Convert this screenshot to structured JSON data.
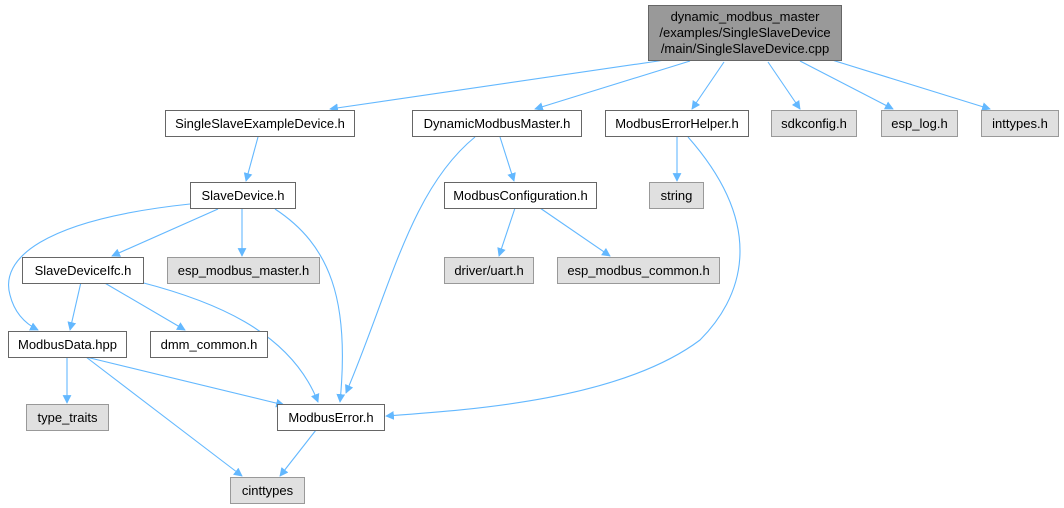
{
  "colors": {
    "edge": "#63b8ff",
    "root_fill": "#999999",
    "documented_fill": "#ffffff",
    "system_fill": "#e0e0e0",
    "border": "#666666"
  },
  "root": {
    "line1": "dynamic_modbus_master",
    "line2": "/examples/SingleSlaveDevice",
    "line3": "/main/SingleSlaveDevice.cpp"
  },
  "nodes": {
    "single_slave_example_device": "SingleSlaveExampleDevice.h",
    "dynamic_modbus_master": "DynamicModbusMaster.h",
    "modbus_error_helper": "ModbusErrorHelper.h",
    "sdkconfig": "sdkconfig.h",
    "esp_log": "esp_log.h",
    "inttypes": "inttypes.h",
    "slave_device": "SlaveDevice.h",
    "modbus_configuration": "ModbusConfiguration.h",
    "string": "string",
    "slave_device_ifc": "SlaveDeviceIfc.h",
    "esp_modbus_master": "esp_modbus_master.h",
    "driver_uart": "driver/uart.h",
    "esp_modbus_common": "esp_modbus_common.h",
    "modbus_data": "ModbusData.hpp",
    "dmm_common": "dmm_common.h",
    "type_traits": "type_traits",
    "modbus_error": "ModbusError.h",
    "cinttypes": "cinttypes"
  }
}
